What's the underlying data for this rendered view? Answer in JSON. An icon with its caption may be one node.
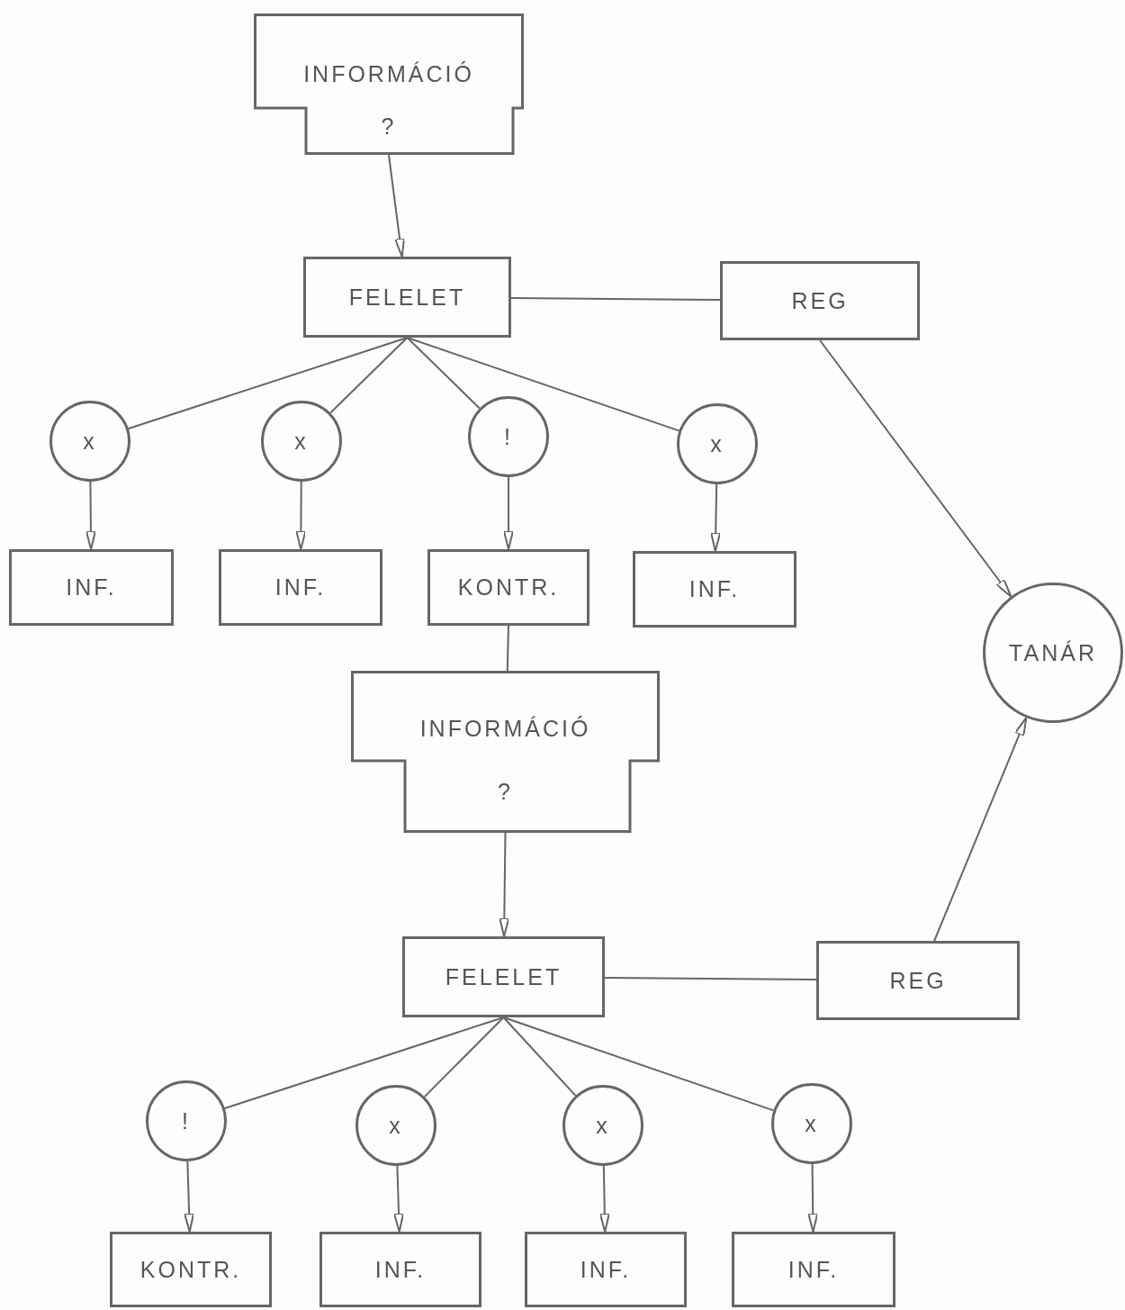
{
  "diagram": {
    "nodes": [
      {
        "text": [
          "INFORMÁCIÓ",
          "?"
        ]
      },
      {
        "text": [
          "FELELET"
        ]
      },
      {
        "text": [
          "REG"
        ]
      },
      {
        "text": [
          "x"
        ]
      },
      {
        "text": [
          "x"
        ]
      },
      {
        "text": [
          "!"
        ]
      },
      {
        "text": [
          "x"
        ]
      },
      {
        "text": [
          "INF."
        ]
      },
      {
        "text": [
          "INF."
        ]
      },
      {
        "text": [
          "KONTR."
        ]
      },
      {
        "text": [
          "INF."
        ]
      },
      {
        "text": [
          "TANÁR"
        ]
      },
      {
        "text": [
          "INFORMÁCIÓ",
          "?"
        ]
      },
      {
        "text": [
          "FELELET"
        ]
      },
      {
        "text": [
          "REG"
        ]
      },
      {
        "text": [
          "!"
        ]
      },
      {
        "text": [
          "x"
        ]
      },
      {
        "text": [
          "x"
        ]
      },
      {
        "text": [
          "x"
        ]
      },
      {
        "text": [
          "KONTR."
        ]
      },
      {
        "text": [
          "INF."
        ]
      },
      {
        "text": [
          "INF."
        ]
      },
      {
        "text": [
          "INF."
        ]
      }
    ],
    "edges": [
      {
        "from": 0,
        "to": 1,
        "arrow": "to"
      },
      {
        "from": 1,
        "to": 2,
        "arrow": "none"
      },
      {
        "from": 1,
        "to": 3,
        "arrow": "none"
      },
      {
        "from": 1,
        "to": 4,
        "arrow": "none"
      },
      {
        "from": 1,
        "to": 5,
        "arrow": "none"
      },
      {
        "from": 1,
        "to": 6,
        "arrow": "none"
      },
      {
        "from": 3,
        "to": 7,
        "arrow": "to"
      },
      {
        "from": 4,
        "to": 8,
        "arrow": "to"
      },
      {
        "from": 5,
        "to": 9,
        "arrow": "to"
      },
      {
        "from": 6,
        "to": 10,
        "arrow": "to"
      },
      {
        "from": 2,
        "to": 11,
        "arrow": "to"
      },
      {
        "from": 9,
        "to": 12,
        "arrow": "none"
      },
      {
        "from": 12,
        "to": 13,
        "arrow": "to"
      },
      {
        "from": 13,
        "to": 14,
        "arrow": "none"
      },
      {
        "from": 14,
        "to": 11,
        "arrow": "to"
      },
      {
        "from": 13,
        "to": 15,
        "arrow": "none"
      },
      {
        "from": 13,
        "to": 16,
        "arrow": "none"
      },
      {
        "from": 13,
        "to": 17,
        "arrow": "none"
      },
      {
        "from": 13,
        "to": 18,
        "arrow": "none"
      },
      {
        "from": 15,
        "to": 19,
        "arrow": "to"
      },
      {
        "from": 16,
        "to": 20,
        "arrow": "to"
      },
      {
        "from": 17,
        "to": 21,
        "arrow": "to"
      },
      {
        "from": 18,
        "to": 22,
        "arrow": "to"
      }
    ]
  }
}
